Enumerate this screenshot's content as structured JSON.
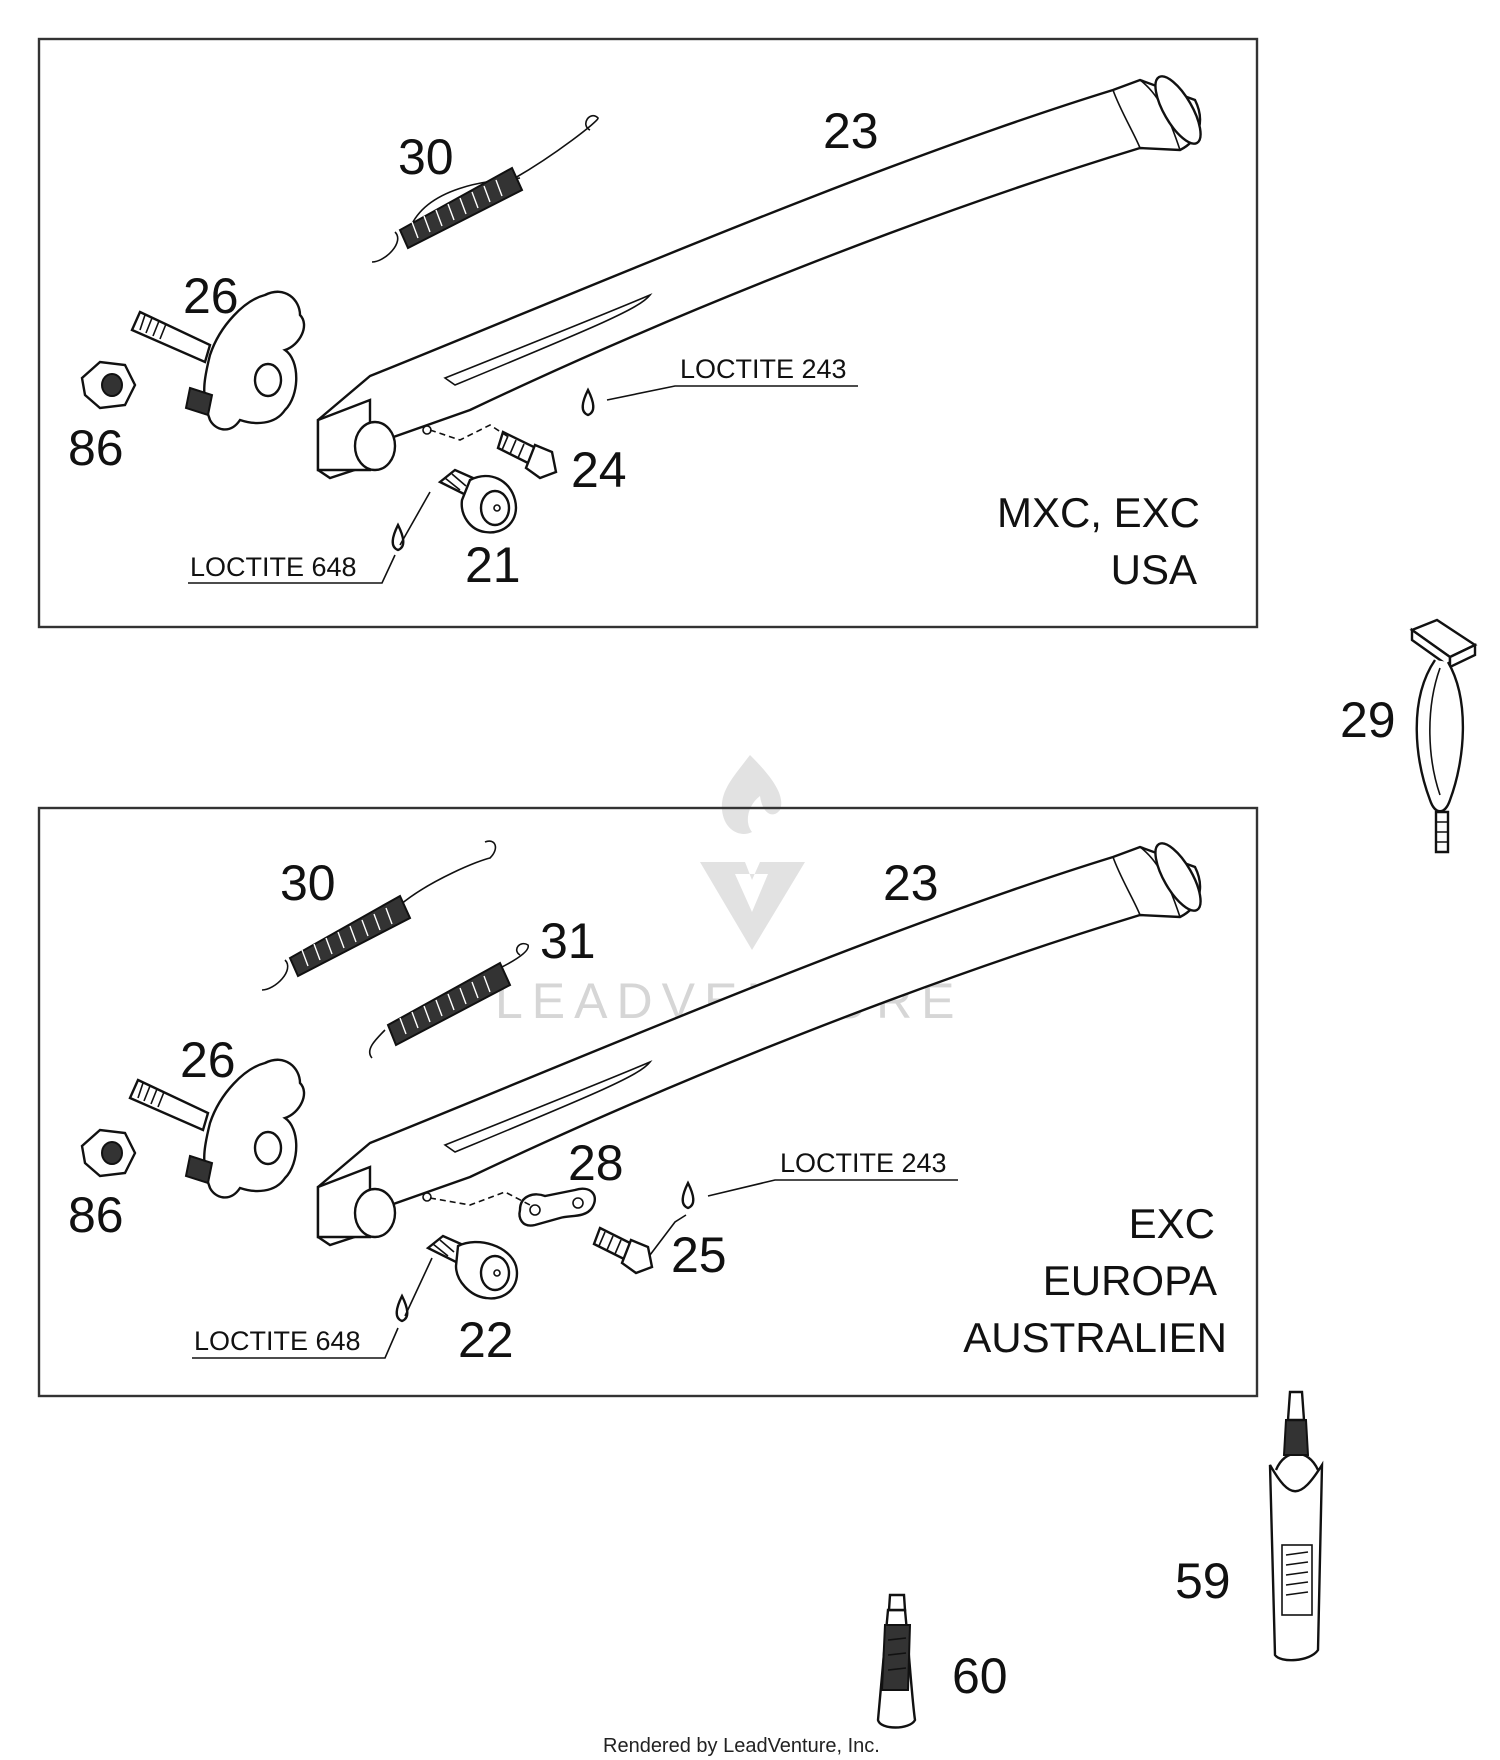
{
  "diagram": {
    "panel_top": {
      "callouts": [
        "30",
        "23",
        "26",
        "86",
        "24",
        "21"
      ],
      "loctite_upper": "LOCTITE 243",
      "loctite_lower": "LOCTITE 648",
      "variant_lines": [
        "MXC, EXC",
        "USA"
      ]
    },
    "panel_bottom": {
      "callouts": [
        "30",
        "23",
        "31",
        "26",
        "86",
        "28",
        "25",
        "22"
      ],
      "loctite_upper": "LOCTITE 243",
      "loctite_lower": "LOCTITE 648",
      "variant_lines": [
        "EXC",
        "EUROPA",
        "AUSTRALIEN"
      ]
    },
    "outside": {
      "callouts": [
        "29",
        "59",
        "60"
      ]
    },
    "watermark": "LEADVENTURE",
    "footer": "Rendered by LeadVenture, Inc."
  }
}
